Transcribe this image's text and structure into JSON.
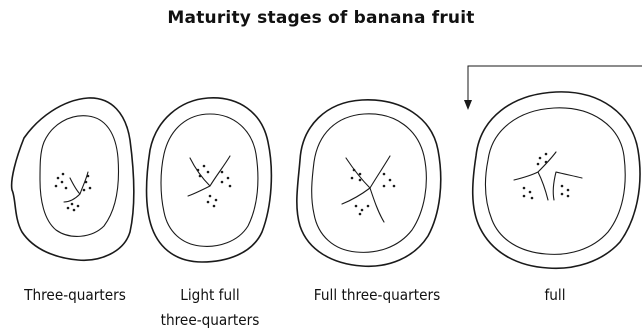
{
  "title": "Maturity stages of banana fruit",
  "stages": [
    {
      "label_line1": "Three-quarters",
      "label_line2": ""
    },
    {
      "label_line1": "Light full",
      "label_line2": "three-quarters"
    },
    {
      "label_line1": "Full three-quarters",
      "label_line2": ""
    },
    {
      "label_line1": "full",
      "label_line2": ""
    }
  ]
}
